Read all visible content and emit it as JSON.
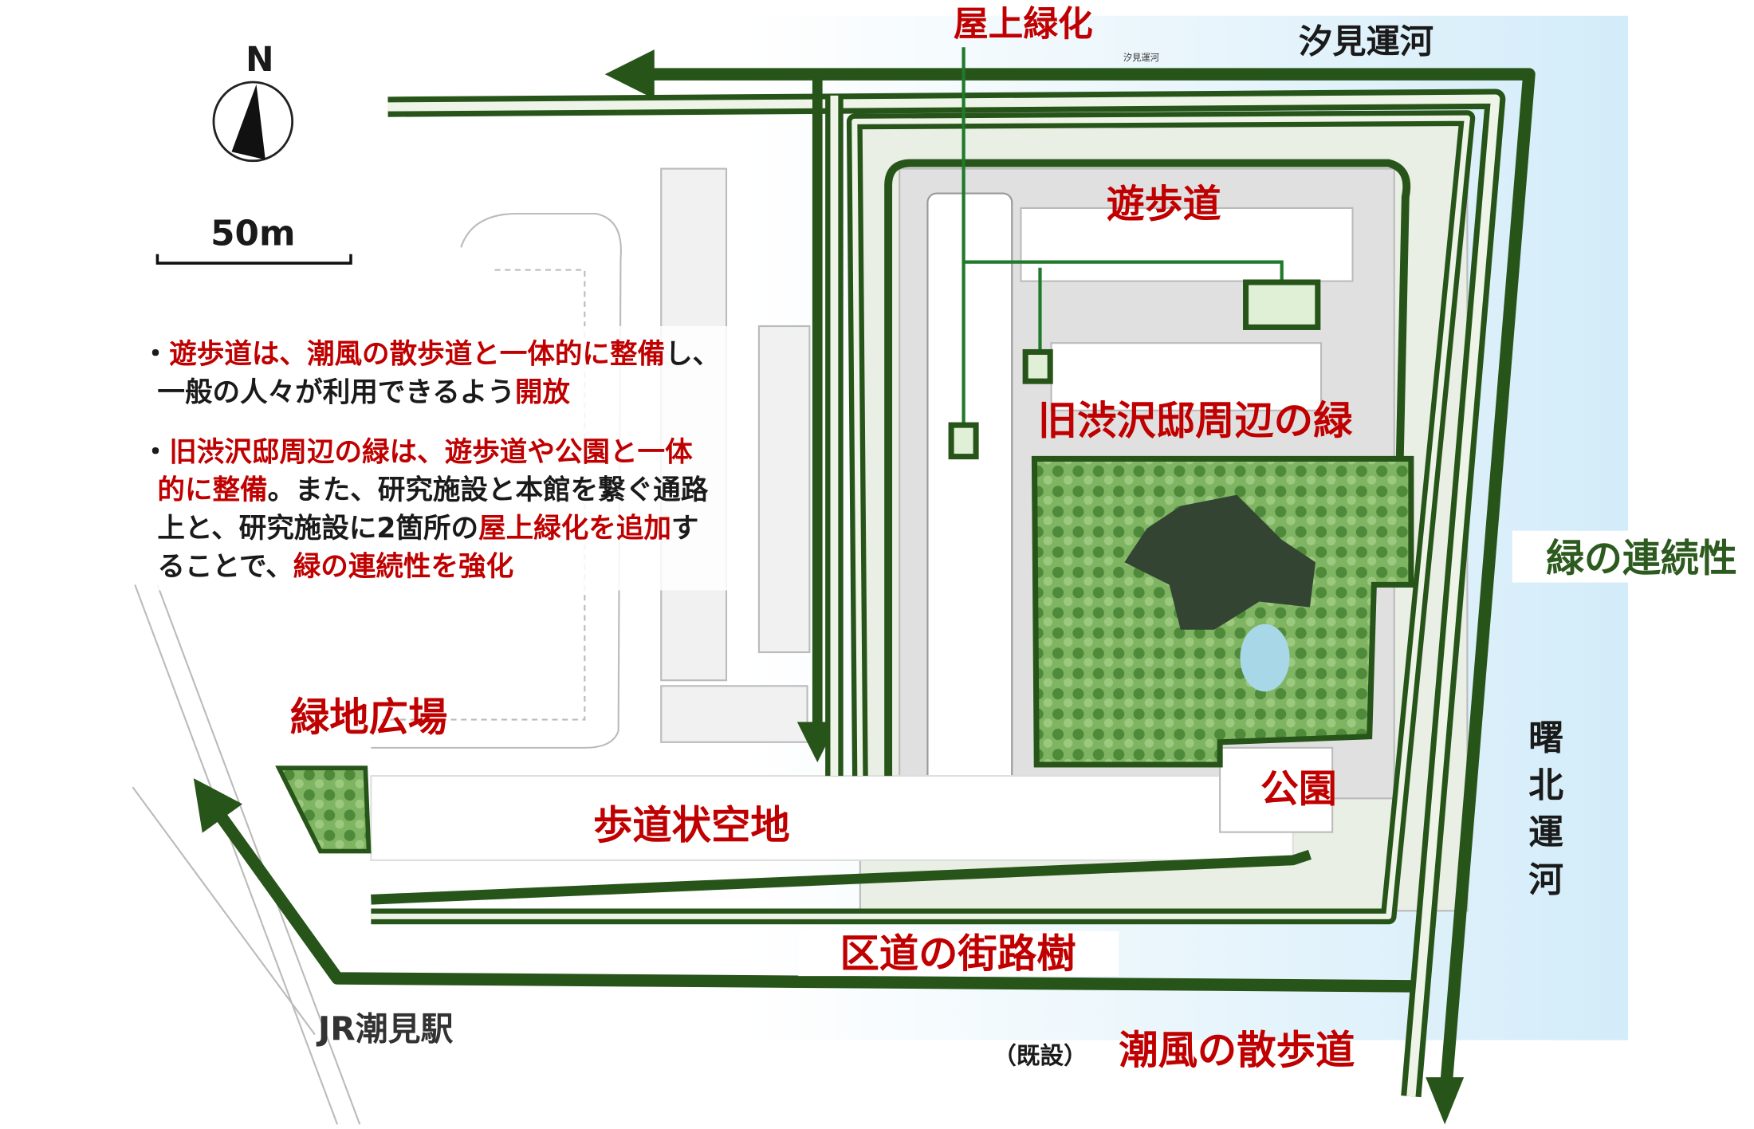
{
  "compass": {
    "north": "N"
  },
  "scale": {
    "label": "50m"
  },
  "bullets": [
    {
      "lines": [
        [
          {
            "text": "・",
            "c": "black"
          },
          {
            "text": "遊歩道は、潮風の散歩道と一体的に整備",
            "c": "red"
          },
          {
            "text": "し、",
            "c": "black"
          }
        ],
        [
          {
            "text": "一般の人々が利用できるよう",
            "c": "black"
          },
          {
            "text": "開放",
            "c": "red"
          }
        ]
      ]
    },
    {
      "lines": [
        [
          {
            "text": "・",
            "c": "black"
          },
          {
            "text": "旧渋沢邸周辺の緑は、遊歩道や公園と一体",
            "c": "red"
          }
        ],
        [
          {
            "text": "的に整備",
            "c": "red"
          },
          {
            "text": "。また、研究施設と本館を繋ぐ通路",
            "c": "black"
          }
        ],
        [
          {
            "text": "上と、研究施設に2箇所の",
            "c": "black"
          },
          {
            "text": "屋上緑化を追加",
            "c": "red"
          },
          {
            "text": "す",
            "c": "black"
          }
        ],
        [
          {
            "text": "ることで、",
            "c": "black"
          },
          {
            "text": "緑の連続性を強化",
            "c": "red"
          }
        ]
      ]
    }
  ],
  "labels": {
    "rooftop_green": "屋上緑化",
    "shiomi_canal": "汐見運河",
    "shiomi_canal_small": "汐見運河",
    "promenade": "遊歩道",
    "shibusawa_green": "旧渋沢邸周辺の緑",
    "green_continuity": "緑の連続性",
    "akebono_canal": [
      "曙",
      "北",
      "運",
      "河"
    ],
    "park": "公園",
    "sidewalk_space": "歩道状空地",
    "green_plaza": "緑地広場",
    "street_trees": "区道の街路樹",
    "jr_station": "JR潮見駅",
    "existing": "（既設）",
    "sea_breeze_walk": "潮風の散歩道"
  },
  "colors": {
    "path_green": "#275419",
    "label_red": "#c00000",
    "canal_blue": "#d6eefa",
    "park_green": "#6fa855"
  }
}
